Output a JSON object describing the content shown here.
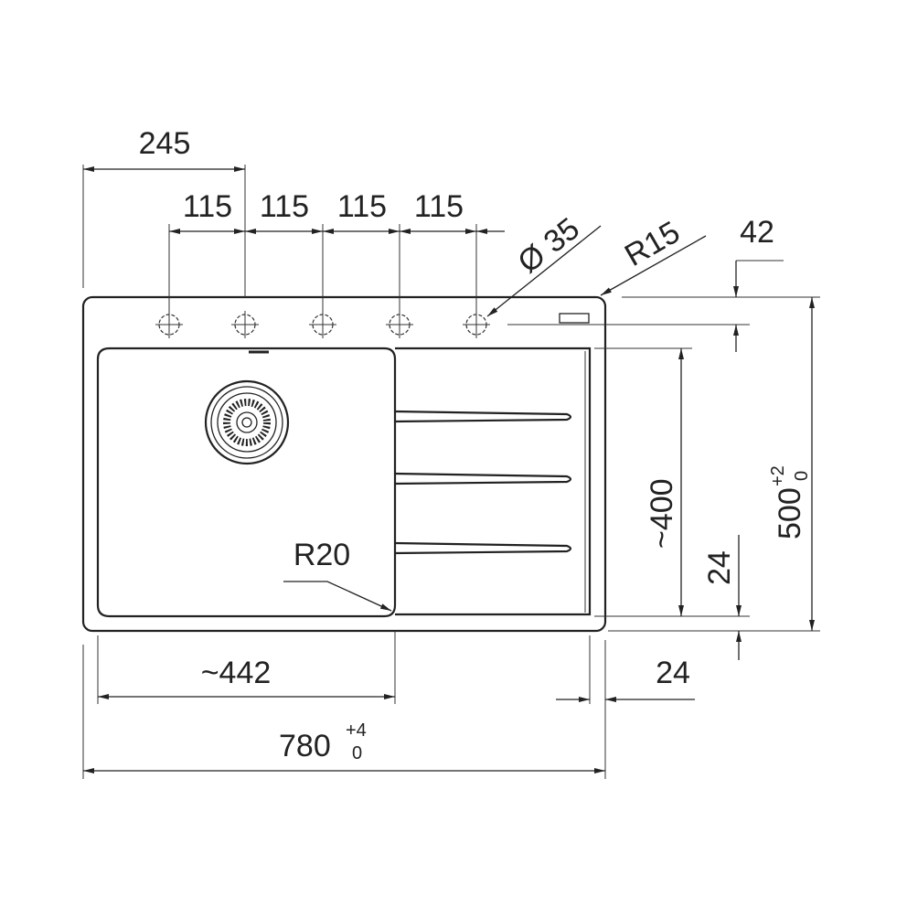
{
  "dimensions": {
    "hole_offset": "245",
    "hole_spacing": [
      "115",
      "115",
      "115",
      "115"
    ],
    "hole_diameter": "Ø 35",
    "corner_radius": "R15",
    "hole_row_offset": "42",
    "total_depth": "500",
    "total_depth_tol_upper": "+2",
    "total_depth_tol_lower": "0",
    "bowl_depth": "~400",
    "rim_bottom": "24",
    "bowl_radius": "R20",
    "bowl_width": "~442",
    "rim_right": "24",
    "total_width": "780",
    "total_width_tol_upper": "+4",
    "total_width_tol_lower": "0"
  }
}
